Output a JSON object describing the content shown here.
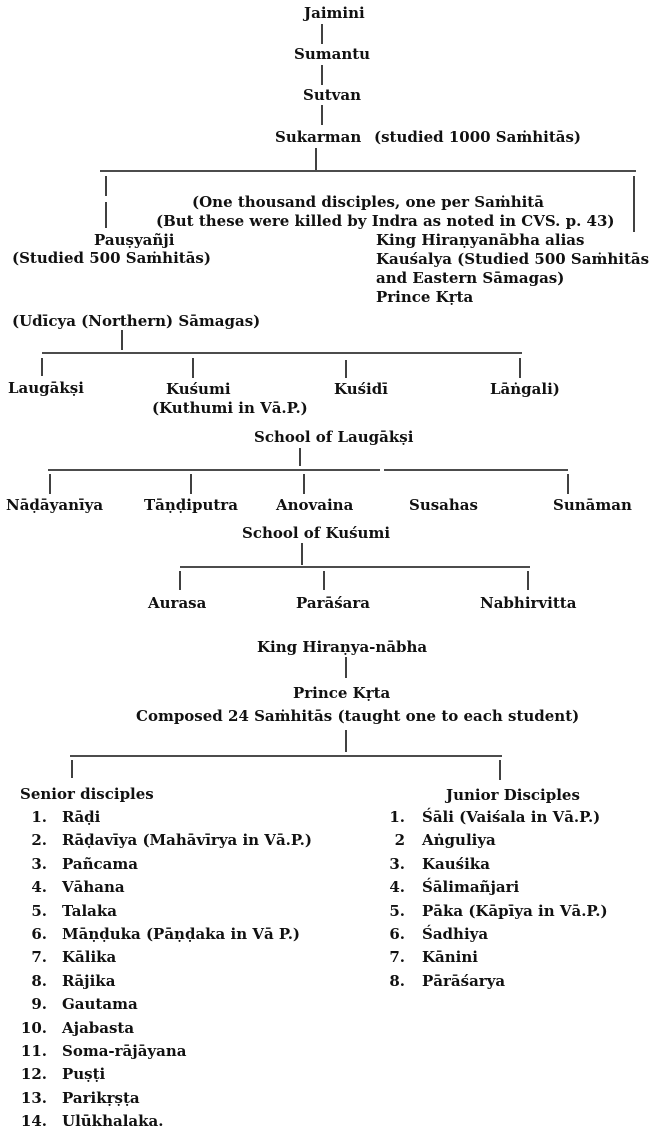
{
  "lineage": {
    "jaimini": "Jaimini",
    "sumantu": "Sumantu",
    "sutvan": "Sutvan",
    "sukarman": "Sukarman",
    "sukarman_note": "(studied 1000 Saṁhitās)"
  },
  "branch": {
    "note1": "(One thousand disciples, one per Saṁhitā",
    "note2": "(But these were killed by Indra as noted in CVS. p. 43)",
    "pausyanji": "Pauṣyañji",
    "pausyanji_note": "(Studied 500 Saṁhitās)",
    "hiranya1": "King Hiraṇyanābha alias",
    "hiranya2": "Kauśalya (Studied 500 Saṁhitās",
    "hiranya3": "and Eastern Sāmagas)",
    "hiranya4": "Prince Kṛta"
  },
  "northern": {
    "label": "(Udīcya (Northern) Sāmagas)",
    "laugaksi": "Laugākṣi",
    "kusumi": "Kuśumi",
    "kusumi_note": "(Kuthumi in Vā.P.)",
    "kusidi": "Kuśidī",
    "langali": "Lāṅgali)"
  },
  "laugaksi_school": {
    "title": "School of Laugākṣi",
    "members": [
      "Nāḍāyanīya",
      "Tāṇḍiputra",
      "Anovaina",
      "Susahas",
      "Sunāman"
    ]
  },
  "kusumi_school": {
    "title": "School of Kuśumi",
    "members": [
      "Aurasa",
      "Parāśara",
      "Nabhirvitta"
    ]
  },
  "hiranya_line": {
    "king": "King Hiraṇya-nābha",
    "prince": "Prince Kṛta",
    "composed": "Composed 24 Saṁhitās (taught one to each student)"
  },
  "senior": {
    "title": "Senior disciples",
    "numbers": [
      "1.",
      "2.",
      "3.",
      "4.",
      "5.",
      "6.",
      "7.",
      "8.",
      "9.",
      "10.",
      "11.",
      "12.",
      "13.",
      "14."
    ],
    "names": [
      "Rāḍi",
      "Rāḍavīya (Mahāvīrya in Vā.P.)",
      "Pañcama",
      "Vāhana",
      "Talaka",
      "Māṇḍuka (Pāṇḍaka in Vā P.)",
      "Kālika",
      "Rājika",
      "Gautama",
      "Ajabasta",
      "Soma-rājāyana",
      "Puṣṭi",
      "Parikṛṣṭa",
      "Ulūkhalaka."
    ]
  },
  "junior": {
    "title": "Junior Disciples",
    "numbers": [
      "1.",
      "2",
      "3.",
      "4.",
      "5.",
      "6.",
      "7.",
      "8."
    ],
    "names": [
      "Śāli (Vaiśala in Vā.P.)",
      "Aṅguliya",
      "Kauśika",
      "Śālimañjari",
      "Pāka (Kāpīya in Vā.P.)",
      "Śadhiya",
      "Kānini",
      "Pārāśarya"
    ]
  }
}
